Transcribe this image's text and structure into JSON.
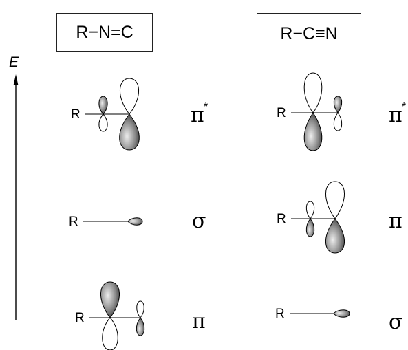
{
  "titles": {
    "isocyanide": "R−N=C",
    "nitrile": "R−C≡N"
  },
  "axis": {
    "label": "E"
  },
  "substituent": "R",
  "left_column": [
    {
      "orbital": "π",
      "star": "*"
    },
    {
      "orbital": "σ"
    },
    {
      "orbital": "π"
    }
  ],
  "right_column": [
    {
      "orbital": "π",
      "star": "*"
    },
    {
      "orbital": "π"
    },
    {
      "orbital": "σ"
    }
  ],
  "colors": {
    "line": "#000000",
    "lobe_shade_dark": "#2a2a2a",
    "lobe_shade_light": "#ededed"
  }
}
